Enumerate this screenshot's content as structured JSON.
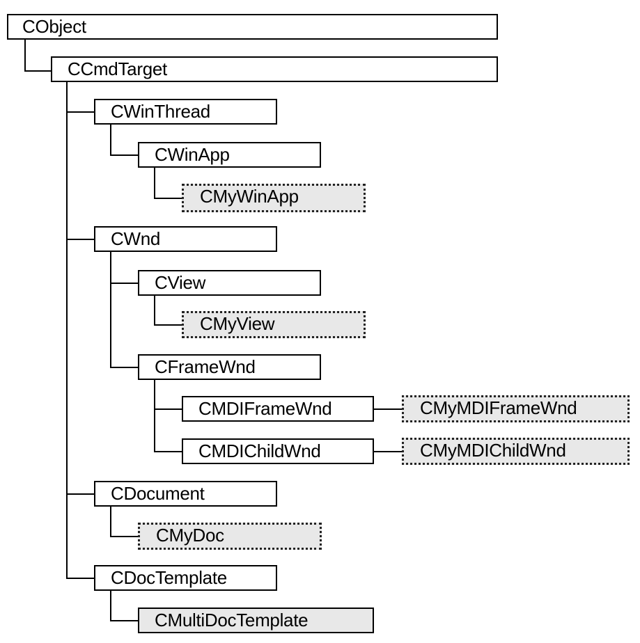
{
  "classes": {
    "cobject": "CObject",
    "ccmdtarget": "CCmdTarget",
    "cwinthread": "CWinThread",
    "cwinapp": "CWinApp",
    "cmywinapp": "CMyWinApp",
    "cwnd": "CWnd",
    "cview": "CView",
    "cmyview": "CMyView",
    "cframewnd": "CFrameWnd",
    "cmdiframewnd": "CMDIFrameWnd",
    "cmymdiframewnd": "CMyMDIFrameWnd",
    "cmdichildwnd": "CMDIChildWnd",
    "cmymdichildwnd": "CMyMDIChildWnd",
    "cdocument": "CDocument",
    "cmydoc": "CMyDoc",
    "cdoctemplate": "CDocTemplate",
    "cmultidoctemplate": "CMultiDocTemplate"
  },
  "colors": {
    "line": "#000000",
    "library_class_fill": "#ffffff",
    "user_class_fill": "#e8e8e8"
  }
}
